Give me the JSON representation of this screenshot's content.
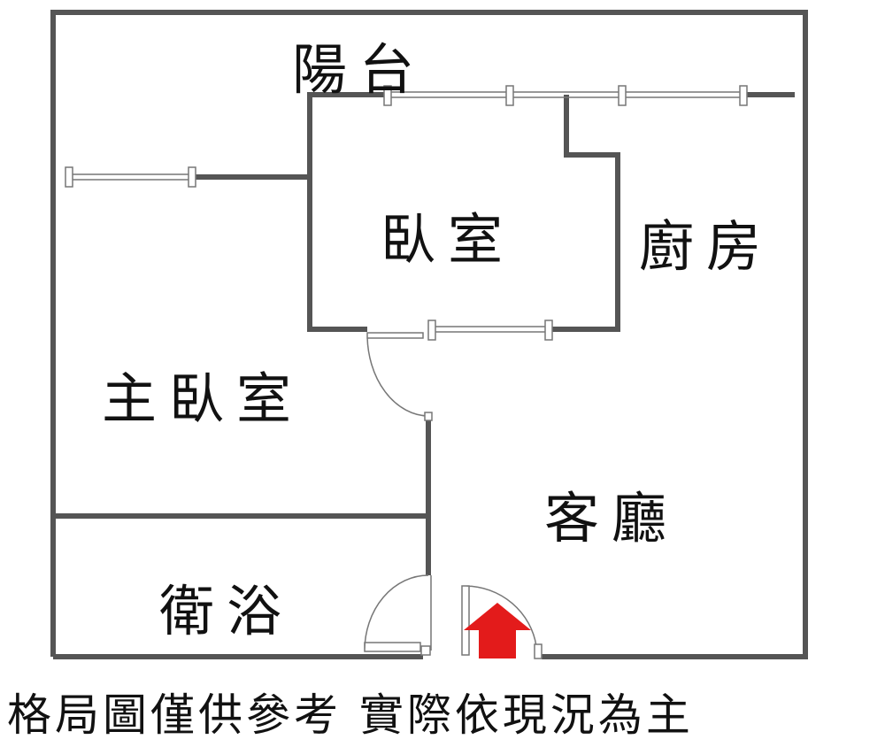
{
  "rooms": {
    "balcony": "陽台",
    "bedroom": "臥室",
    "kitchen": "廚房",
    "master_bedroom": "主臥室",
    "living_room": "客廳",
    "bathroom": "衛浴"
  },
  "caption": "格局圖僅供參考 實際依現況為主",
  "colors": {
    "wall": "#555555",
    "window": "#888888",
    "entry_arrow": "#e31b1b"
  }
}
